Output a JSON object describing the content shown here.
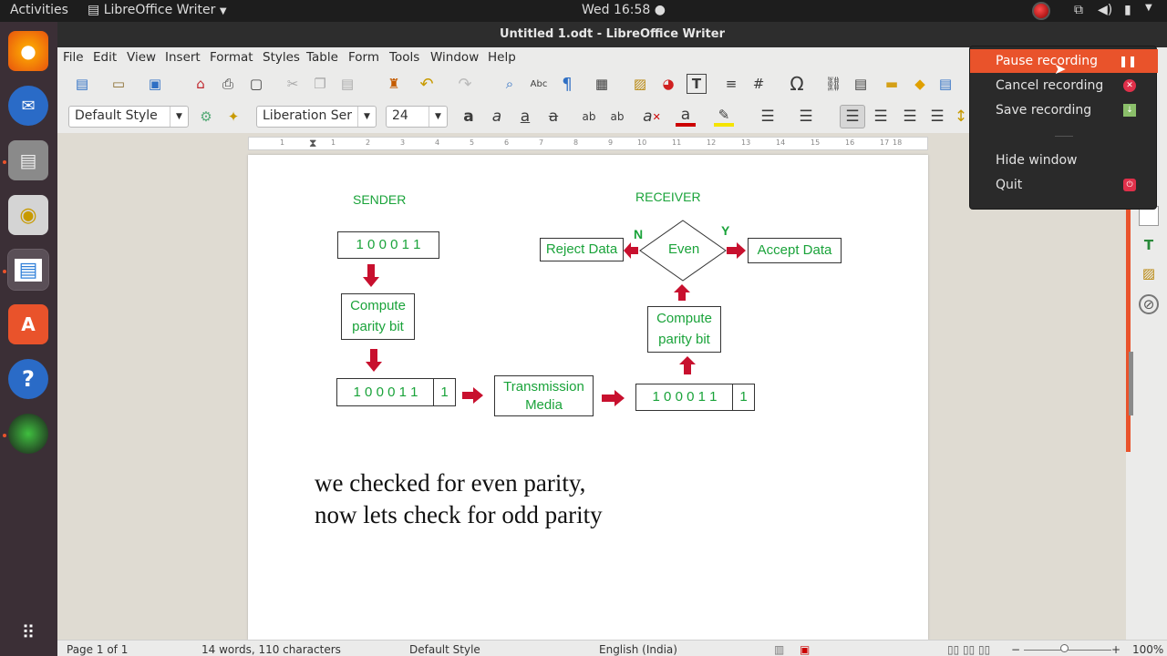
{
  "topbar": {
    "activities": "Activities",
    "app_name": "LibreOffice Writer",
    "clock": "Wed 16:58 ●"
  },
  "window": {
    "title": "Untitled 1.odt - LibreOffice Writer"
  },
  "menu": [
    "File",
    "Edit",
    "View",
    "Insert",
    "Format",
    "Styles",
    "Table",
    "Form",
    "Tools",
    "Window",
    "Help"
  ],
  "format": {
    "style": "Default Style",
    "font": "Liberation Serif",
    "size": "24"
  },
  "diagram": {
    "sender": "SENDER",
    "receiver": "RECEIVER",
    "data1": "1 0 0 0 1 1",
    "compute1_l1": "Compute",
    "compute1_l2": "parity bit",
    "data2": "1 0  0 0  1  1",
    "data2_bit": "1",
    "media_l1": "Transmission",
    "media_l2": "Media",
    "data3": "1 0  0 0 1  1",
    "data3_bit": "1",
    "compute2_l1": "Compute",
    "compute2_l2": "parity bit",
    "even": "Even",
    "n": "N",
    "y": "Y",
    "reject": "Reject Data",
    "accept": "Accept Data"
  },
  "text": {
    "line1": "we checked for even parity,",
    "line2": "now lets check for odd parity"
  },
  "status": {
    "page": "Page 1 of 1",
    "words": "14 words, 110 characters",
    "style": "Default Style",
    "lang": "English (India)",
    "zoom": "100%"
  },
  "popup": {
    "pause": "Pause recording",
    "cancel": "Cancel recording",
    "save": "Save recording",
    "hide": "Hide window",
    "quit": "Quit"
  },
  "colors": {
    "accent": "#e9532b",
    "diagram_text": "#1aa33a",
    "arrow": "#c8102e"
  }
}
